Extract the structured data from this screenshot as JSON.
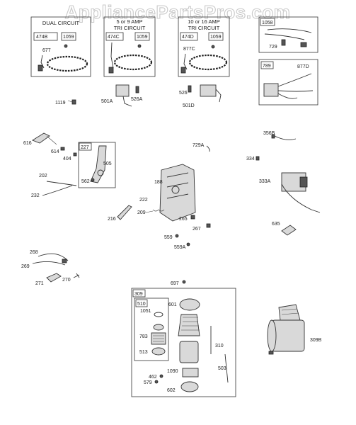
{
  "watermark": "AppliancePartsPros.com",
  "headers": {
    "dual_circuit": "DUAL CIRCUIT",
    "tri_5_9_line1": "5  or  9  AMP",
    "tri_5_9_line2": "TRI CIRCUIT",
    "tri_10_16_line1": "10 or 16 AMP",
    "tri_10_16_line2": "TRI CIRCUIT"
  },
  "labels": {
    "p474B": "474B",
    "p1059a": "1059",
    "p677": "677",
    "p474C": "474C",
    "p1059b": "1059",
    "p474D": "474D",
    "p1059c": "1059",
    "p877C": "877C",
    "p1058": "1058",
    "p729": "729",
    "p789": "789",
    "p877D": "877D",
    "p1119": "1119",
    "p501A": "501A",
    "p526A": "526A",
    "p526": "526",
    "p501D": "501D",
    "p616": "616",
    "p614": "614",
    "p404": "404",
    "p227": "227",
    "p505": "505",
    "p562": "562",
    "p202": "202",
    "p232": "232",
    "p729A": "729A",
    "p356B": "356B",
    "p334": "334",
    "p333A": "333A",
    "p188": "188",
    "p222": "222",
    "p209": "209",
    "p216": "216",
    "p265": "265",
    "p267": "267",
    "p559": "559",
    "p559A": "559A",
    "p635": "635",
    "p268": "268",
    "p269": "269",
    "p271": "271",
    "p270": "270",
    "p697": "697",
    "p309": "309",
    "p510": "510",
    "p1051": "1051",
    "p601": "601",
    "p783": "783",
    "p513": "513",
    "p310": "310",
    "p1090": "1090",
    "p503": "503",
    "p462": "462",
    "p579": "579",
    "p602": "602",
    "p309B": "309B"
  }
}
